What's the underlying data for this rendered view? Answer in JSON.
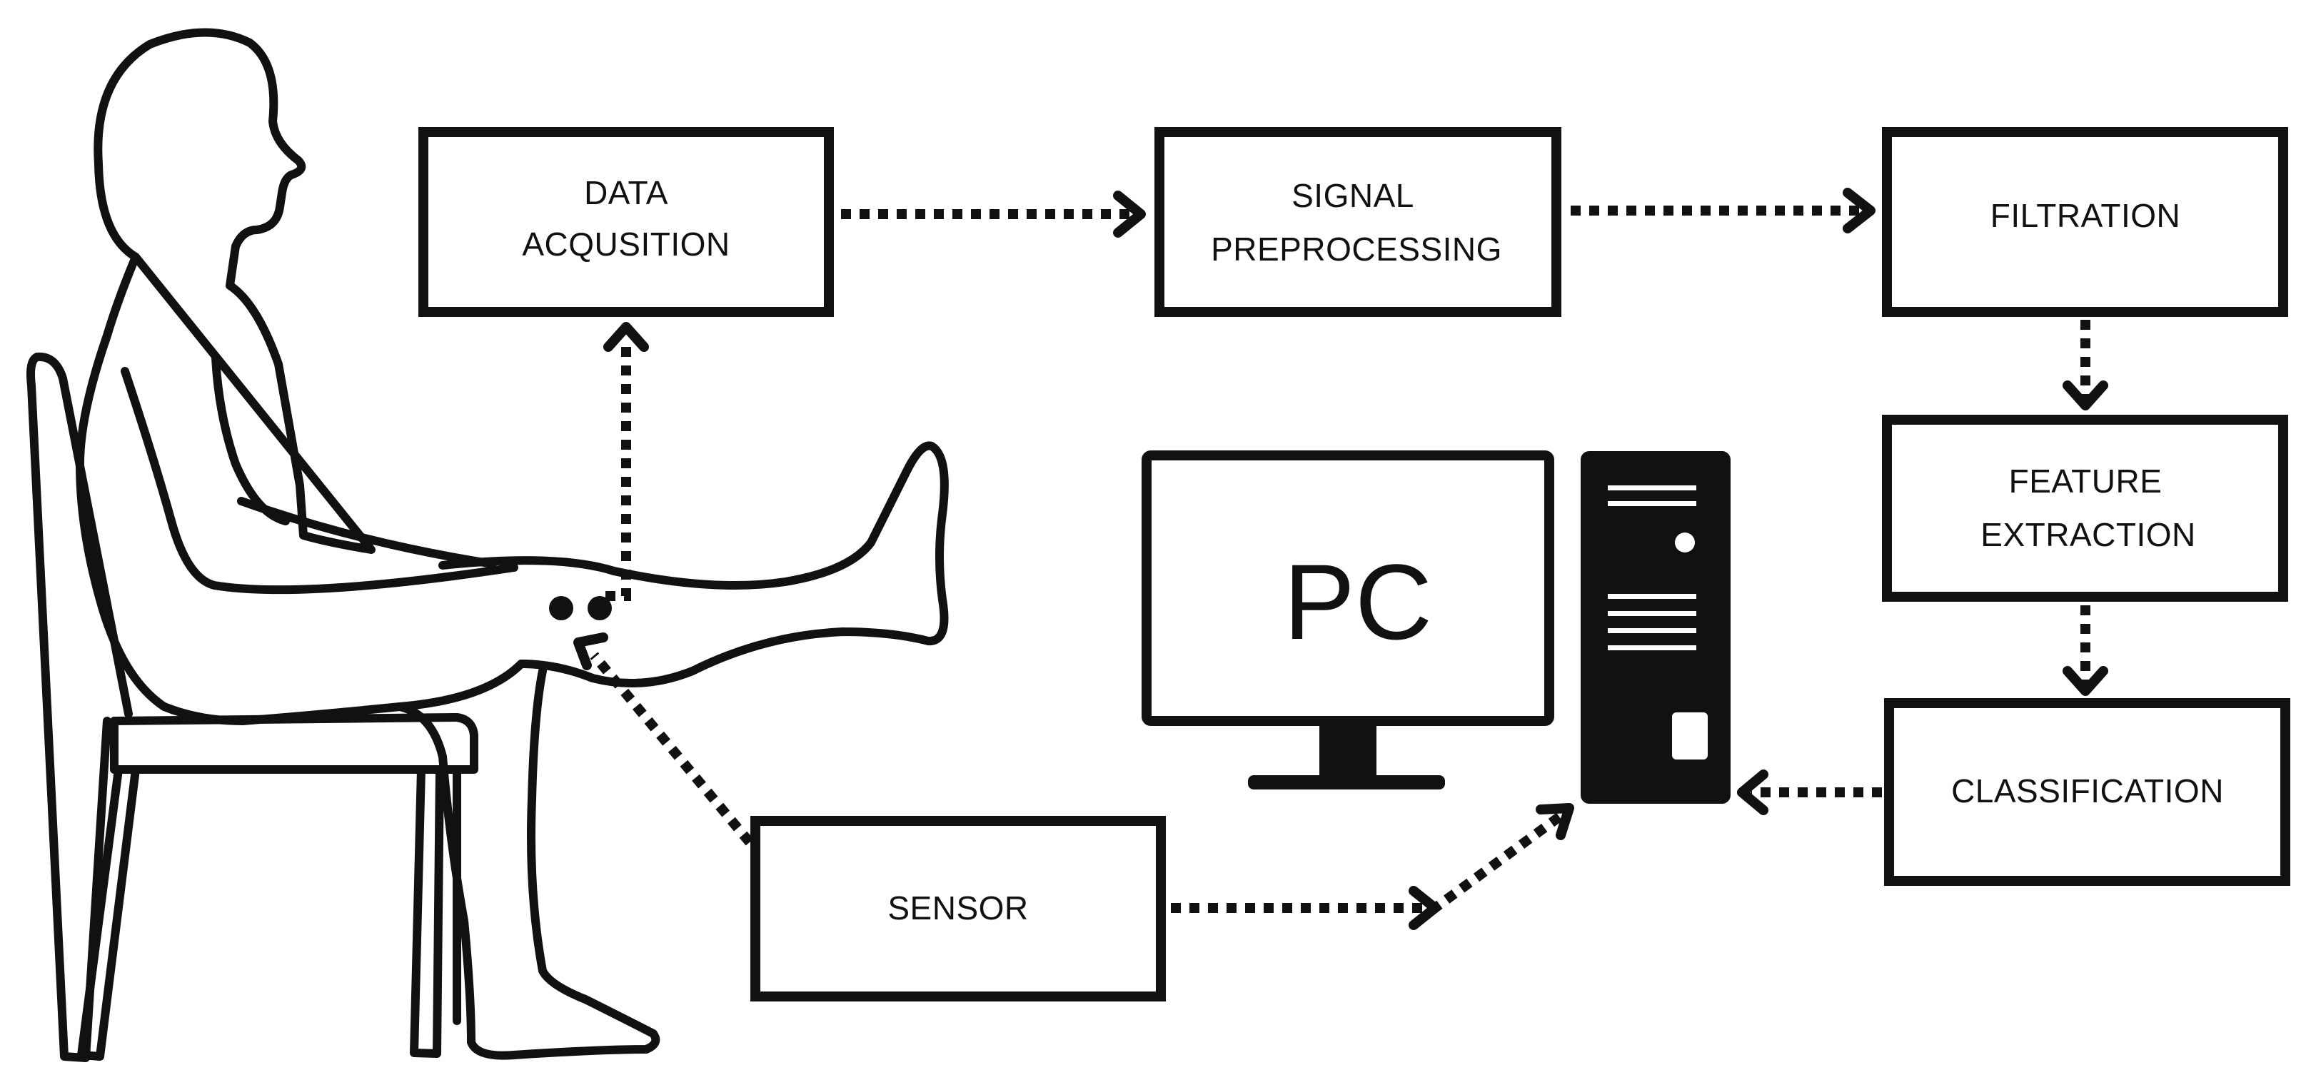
{
  "blocks": {
    "data_acquisition": [
      "DATA",
      "ACQUSITION"
    ],
    "signal_preprocessing": [
      "SIGNAL",
      "PREPROCESSING"
    ],
    "filtration": [
      "FILTRATION"
    ],
    "feature_extraction": [
      "FEATURE",
      "EXTRACTION"
    ],
    "classification": [
      "CLASSIFICATION"
    ],
    "sensor": [
      "SENSOR"
    ]
  },
  "pc": {
    "monitor_label": "PC"
  },
  "colors": {
    "ink": "#111111",
    "background": "#ffffff"
  }
}
